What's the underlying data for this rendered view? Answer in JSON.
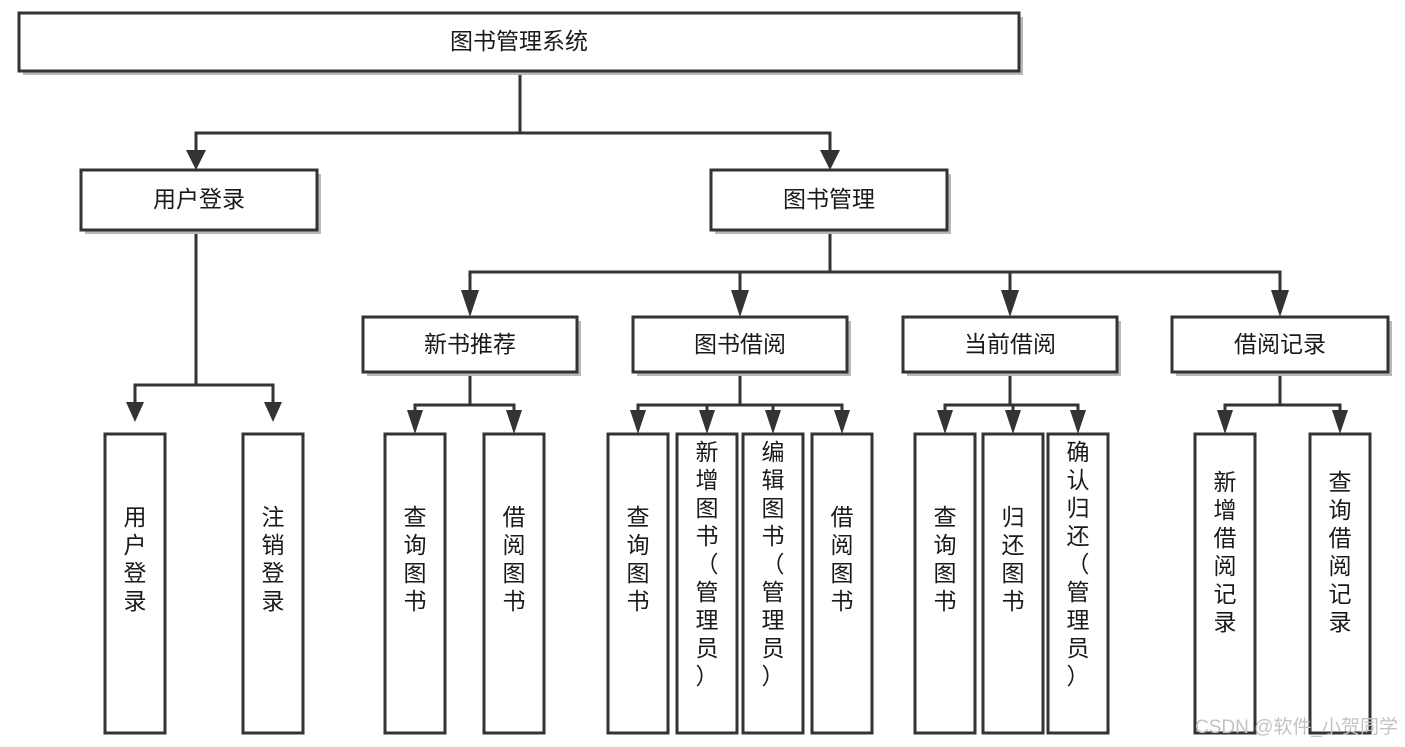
{
  "diagram": {
    "type": "hierarchy-tree",
    "title": "图书管理系统",
    "orientation": "top-down",
    "levels": 4,
    "root": {
      "id": "root",
      "label": "图书管理系统",
      "orient": "horizontal"
    },
    "level2": [
      {
        "id": "user-login-group",
        "label": "用户登录",
        "orient": "horizontal"
      },
      {
        "id": "book-manage-group",
        "label": "图书管理",
        "orient": "horizontal"
      }
    ],
    "level3": [
      {
        "id": "new-book-rec",
        "label": "新书推荐",
        "orient": "horizontal",
        "parent": "book-manage-group"
      },
      {
        "id": "book-borrow",
        "label": "图书借阅",
        "orient": "horizontal",
        "parent": "book-manage-group"
      },
      {
        "id": "current-borrow",
        "label": "当前借阅",
        "orient": "horizontal",
        "parent": "book-manage-group"
      },
      {
        "id": "borrow-record",
        "label": "借阅记录",
        "orient": "horizontal",
        "parent": "book-manage-group"
      }
    ],
    "leaves": [
      {
        "id": "leaf-user-login",
        "label": "用户登录",
        "orient": "vertical",
        "parent": "user-login-group"
      },
      {
        "id": "leaf-user-logout",
        "label": "注销登录",
        "orient": "vertical",
        "parent": "user-login-group"
      },
      {
        "id": "leaf-query-book-1",
        "label": "查询图书",
        "orient": "vertical",
        "parent": "new-book-rec"
      },
      {
        "id": "leaf-borrow-book-1",
        "label": "借阅图书",
        "orient": "vertical",
        "parent": "new-book-rec"
      },
      {
        "id": "leaf-query-book-2",
        "label": "查询图书",
        "orient": "vertical",
        "parent": "book-borrow"
      },
      {
        "id": "leaf-add-book",
        "label": "新增图书（管理员）",
        "orient": "vertical",
        "parent": "book-borrow"
      },
      {
        "id": "leaf-edit-book",
        "label": "编辑图书（管理员）",
        "orient": "vertical",
        "parent": "book-borrow"
      },
      {
        "id": "leaf-borrow-book-2",
        "label": "借阅图书",
        "orient": "vertical",
        "parent": "book-borrow"
      },
      {
        "id": "leaf-query-book-3",
        "label": "查询图书",
        "orient": "vertical",
        "parent": "current-borrow"
      },
      {
        "id": "leaf-return-book",
        "label": "归还图书",
        "orient": "vertical",
        "parent": "current-borrow"
      },
      {
        "id": "leaf-confirm-return",
        "label": "确认归还（管理员）",
        "orient": "vertical",
        "parent": "current-borrow"
      },
      {
        "id": "leaf-add-record",
        "label": "新增借阅记录",
        "orient": "vertical",
        "parent": "borrow-record"
      },
      {
        "id": "leaf-query-record",
        "label": "查询借阅记录",
        "orient": "vertical",
        "parent": "borrow-record"
      }
    ]
  },
  "watermark": {
    "text": "CSDN @软件_小贺同学"
  },
  "colors": {
    "stroke": "#333333",
    "fill": "#ffffff",
    "text": "#1a1a1a",
    "shadow": "#b8b8b8",
    "watermark": "#c3c3c3",
    "background": "#ffffff"
  }
}
